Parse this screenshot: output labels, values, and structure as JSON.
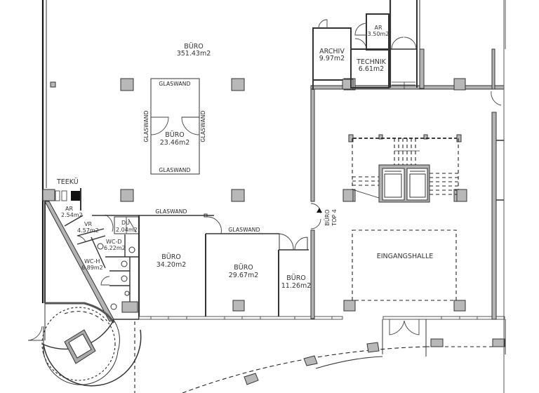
{
  "plan": {
    "rooms": [
      {
        "id": "buero-main",
        "name": "BÜRO",
        "area": "351.43m2"
      },
      {
        "id": "buero-glass",
        "name": "BÜRO",
        "area": "23.46m2"
      },
      {
        "id": "buero-34",
        "name": "BÜRO",
        "area": "34.20m2"
      },
      {
        "id": "buero-29",
        "name": "BÜRO",
        "area": "29.67m2"
      },
      {
        "id": "buero-11",
        "name": "BÜRO",
        "area": "11.26m2"
      },
      {
        "id": "archiv",
        "name": "ARCHIV",
        "area": "9.97m2"
      },
      {
        "id": "ar-top",
        "name": "AR",
        "area": "3.50m2"
      },
      {
        "id": "technik",
        "name": "TECHNIK",
        "area": "6.61m2"
      },
      {
        "id": "ar-left",
        "name": "AR",
        "area": "2.54m2"
      },
      {
        "id": "vr",
        "name": "VR",
        "area": "4.57m2"
      },
      {
        "id": "du",
        "name": "DU",
        "area": "2.04m2"
      },
      {
        "id": "wc-d",
        "name": "WC-D",
        "area": "6.22m2"
      },
      {
        "id": "wc-h",
        "name": "WC-H",
        "area": "6.89m2"
      },
      {
        "id": "teekue",
        "name": "TEEKÜ",
        "area": ""
      },
      {
        "id": "eingangshalle",
        "name": "EINGANGSHALLE",
        "area": ""
      }
    ],
    "annotations": {
      "glaswand": "GLASWAND",
      "entrance_line1": "BÜRO",
      "entrance_line2": "TOP 4"
    },
    "colors": {
      "wall_fill": "#b3b3b3",
      "line": "#333333",
      "background": "#ffffff"
    }
  }
}
